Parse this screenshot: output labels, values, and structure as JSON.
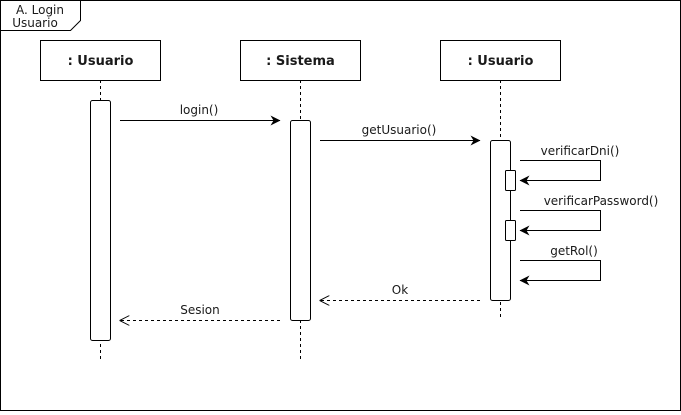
{
  "frame": {
    "label_line1": "A. Login",
    "label_line2": "Usuario"
  },
  "participants": [
    {
      "id": "p1",
      "label": ": Usuario"
    },
    {
      "id": "p2",
      "label": ": Sistema"
    },
    {
      "id": "p3",
      "label": ": Usuario"
    }
  ],
  "messages": [
    {
      "id": "m1",
      "label": "login()",
      "from": "p1",
      "to": "p2",
      "kind": "sync"
    },
    {
      "id": "m2",
      "label": "getUsuario()",
      "from": "p2",
      "to": "p3",
      "kind": "sync"
    },
    {
      "id": "m3",
      "label": "verificarDni()",
      "from": "p3",
      "to": "p3",
      "kind": "self"
    },
    {
      "id": "m4",
      "label": "verificarPassword()",
      "from": "p3",
      "to": "p3",
      "kind": "self"
    },
    {
      "id": "m5",
      "label": "getRol()",
      "from": "p3",
      "to": "p3",
      "kind": "self"
    },
    {
      "id": "m6",
      "label": "Ok",
      "from": "p3",
      "to": "p2",
      "kind": "return"
    },
    {
      "id": "m7",
      "label": "Sesion",
      "from": "p2",
      "to": "p1",
      "kind": "return"
    }
  ],
  "colors": {
    "stroke": "#000000",
    "text": "#1a1a1a",
    "background": "#ffffff"
  }
}
